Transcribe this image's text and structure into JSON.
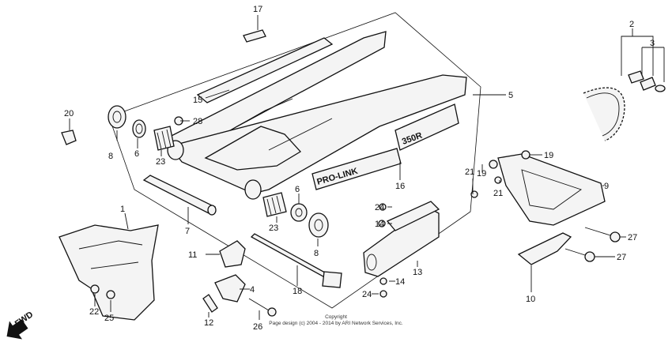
{
  "callouts": {
    "c1": "1",
    "c2": "2",
    "c3": "3",
    "c4": "4",
    "c5": "5",
    "c6a": "6",
    "c6b": "6",
    "c7": "7",
    "c8a": "8",
    "c8b": "8",
    "c9": "9",
    "c10": "10",
    "c11": "11",
    "c12": "12",
    "c13": "13",
    "c14a": "14",
    "c14b": "14",
    "c15": "15",
    "c16": "16",
    "c17": "17",
    "c18": "18",
    "c19a": "19",
    "c19b": "19",
    "c20": "20",
    "c21a": "21",
    "c21b": "21",
    "c22": "22",
    "c23a": "23",
    "c23b": "23",
    "c24a": "24",
    "c24b": "24",
    "c25": "25",
    "c26": "26",
    "c27a": "27",
    "c27b": "27",
    "c28": "28"
  },
  "emblems": {
    "prolink": "PRO-LINK",
    "model": "350R"
  },
  "direction": {
    "fwd": "FWD"
  },
  "footer": {
    "line1": "Copyright",
    "line2": "Page design (c) 2004 - 2014 by ARI Network Services, Inc."
  }
}
